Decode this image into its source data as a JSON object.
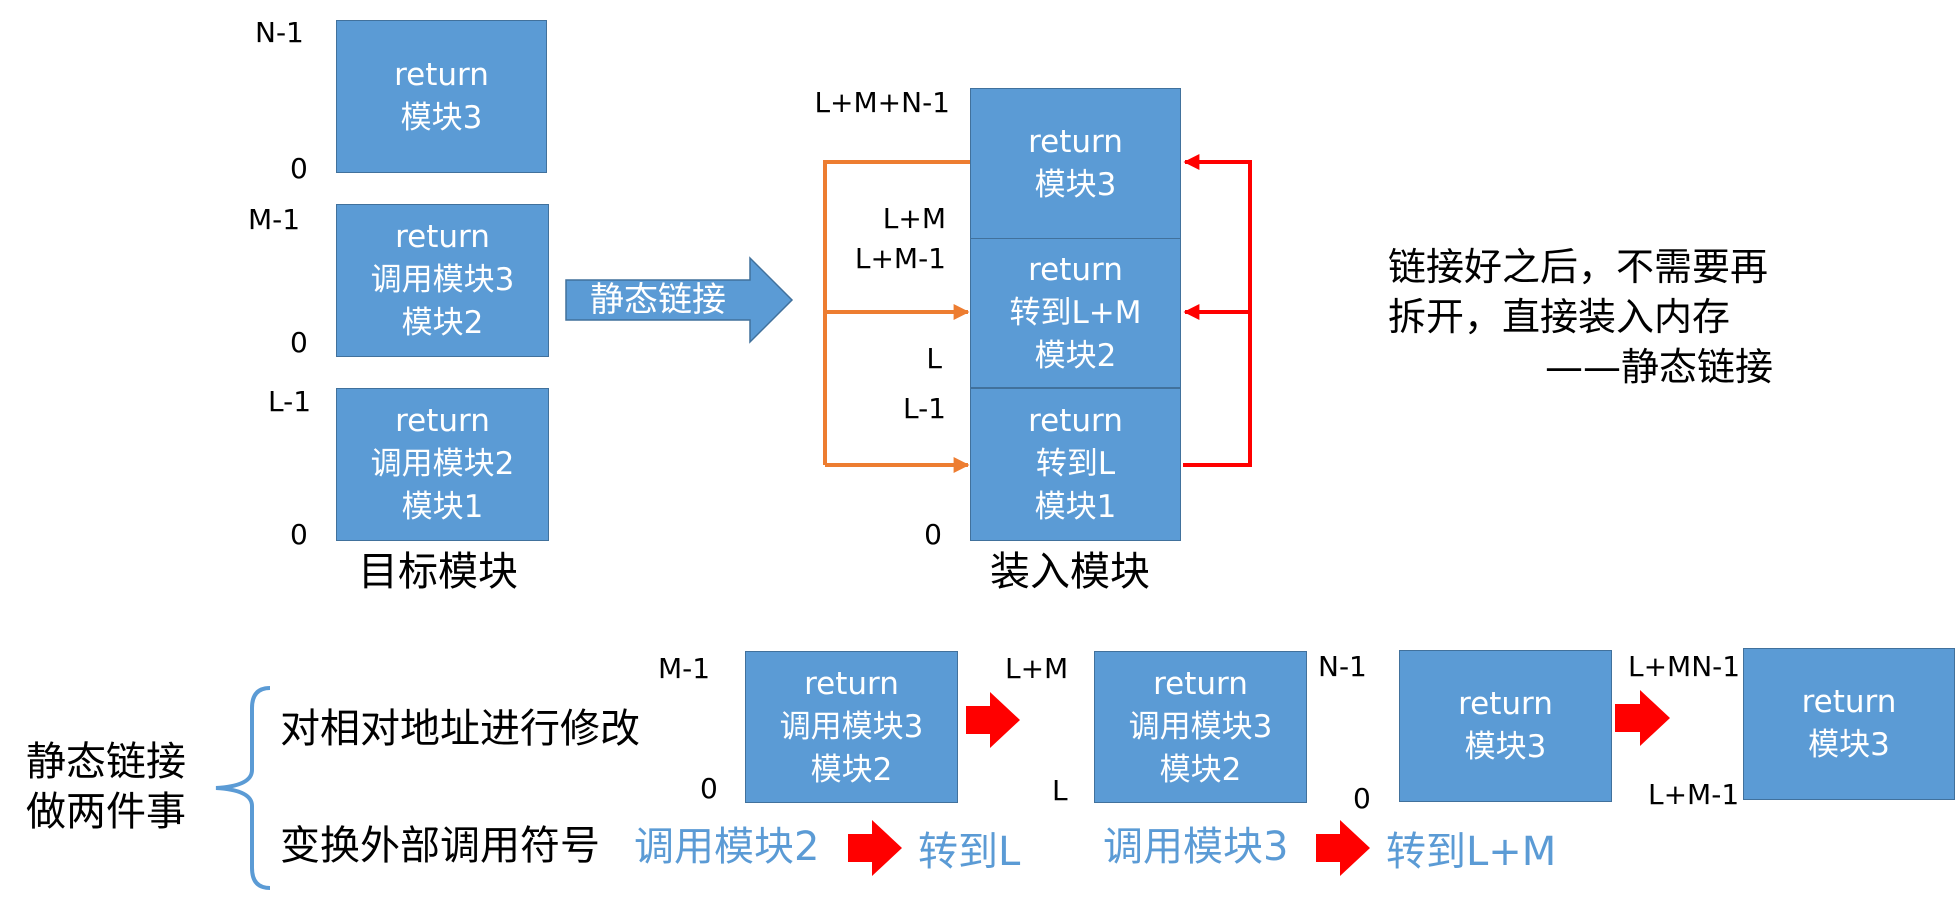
{
  "target_modules": {
    "caption": "目标模块",
    "module3": {
      "lines": [
        "return",
        "模块3"
      ],
      "top_label": "N-1",
      "bottom_label": "0"
    },
    "module2": {
      "lines": [
        "return",
        "调用模块3",
        "模块2"
      ],
      "top_label": "M-1",
      "bottom_label": "0"
    },
    "module1": {
      "lines": [
        "return",
        "调用模块2",
        "模块1"
      ],
      "top_label": "L-1",
      "bottom_label": "0"
    }
  },
  "link_arrow": {
    "label": "静态链接"
  },
  "load_module": {
    "caption": "装入模块",
    "seg3": {
      "lines": [
        "return",
        "模块3"
      ]
    },
    "seg2": {
      "lines": [
        "return",
        "转到L+M",
        "模块2"
      ]
    },
    "seg1": {
      "lines": [
        "return",
        "转到L",
        "模块1"
      ]
    },
    "labels": [
      "L+M+N-1",
      "L+M",
      "L+M-1",
      "L",
      "L-1",
      "0"
    ]
  },
  "note": {
    "line1": "链接好之后，不需要再",
    "line2": "拆开，直接装入内存",
    "line3": "——静态链接"
  },
  "bottom": {
    "title_line1": "静态链接",
    "title_line2": "做两件事",
    "task1": "对相对地址进行修改",
    "task2": "变换外部调用符号",
    "boxA": {
      "lines": [
        "return",
        "调用模块3",
        "模块2"
      ],
      "top_label": "M-1",
      "bottom_label": "0"
    },
    "boxB": {
      "lines": [
        "return",
        "调用模块3",
        "模块2"
      ],
      "top_label": "L+M",
      "bottom_label": "L"
    },
    "boxC": {
      "lines": [
        "return",
        "模块3"
      ],
      "top_label": "N-1",
      "bottom_label": "0"
    },
    "boxD": {
      "lines": [
        "return",
        "模块3"
      ],
      "top_label": "L+MN-1",
      "bottom_label": "L+M-1"
    },
    "conv1_from": "调用模块2",
    "conv1_to": "转到L",
    "conv2_from": "调用模块3",
    "conv2_to": "转到L+M"
  },
  "colors": {
    "box_fill": "#5b9bd5",
    "box_border": "#41719c",
    "orange_arrow": "#ed7d31",
    "red_arrow": "#ff0000",
    "blue_text": "#5b9bd5"
  }
}
